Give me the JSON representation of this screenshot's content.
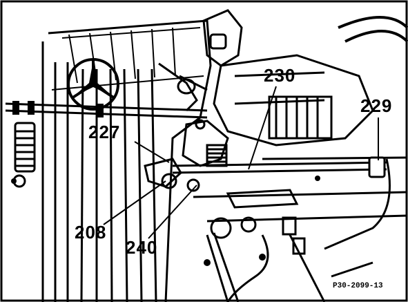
{
  "diagram": {
    "colors": {
      "ink": "#000000",
      "paper": "#ffffff"
    },
    "callouts": [
      {
        "id": "227",
        "label": "227"
      },
      {
        "id": "229",
        "label": "229"
      },
      {
        "id": "230",
        "label": "230"
      },
      {
        "id": "208",
        "label": "208"
      },
      {
        "id": "240",
        "label": "240"
      }
    ],
    "reference_code": "P30-2099-13"
  }
}
